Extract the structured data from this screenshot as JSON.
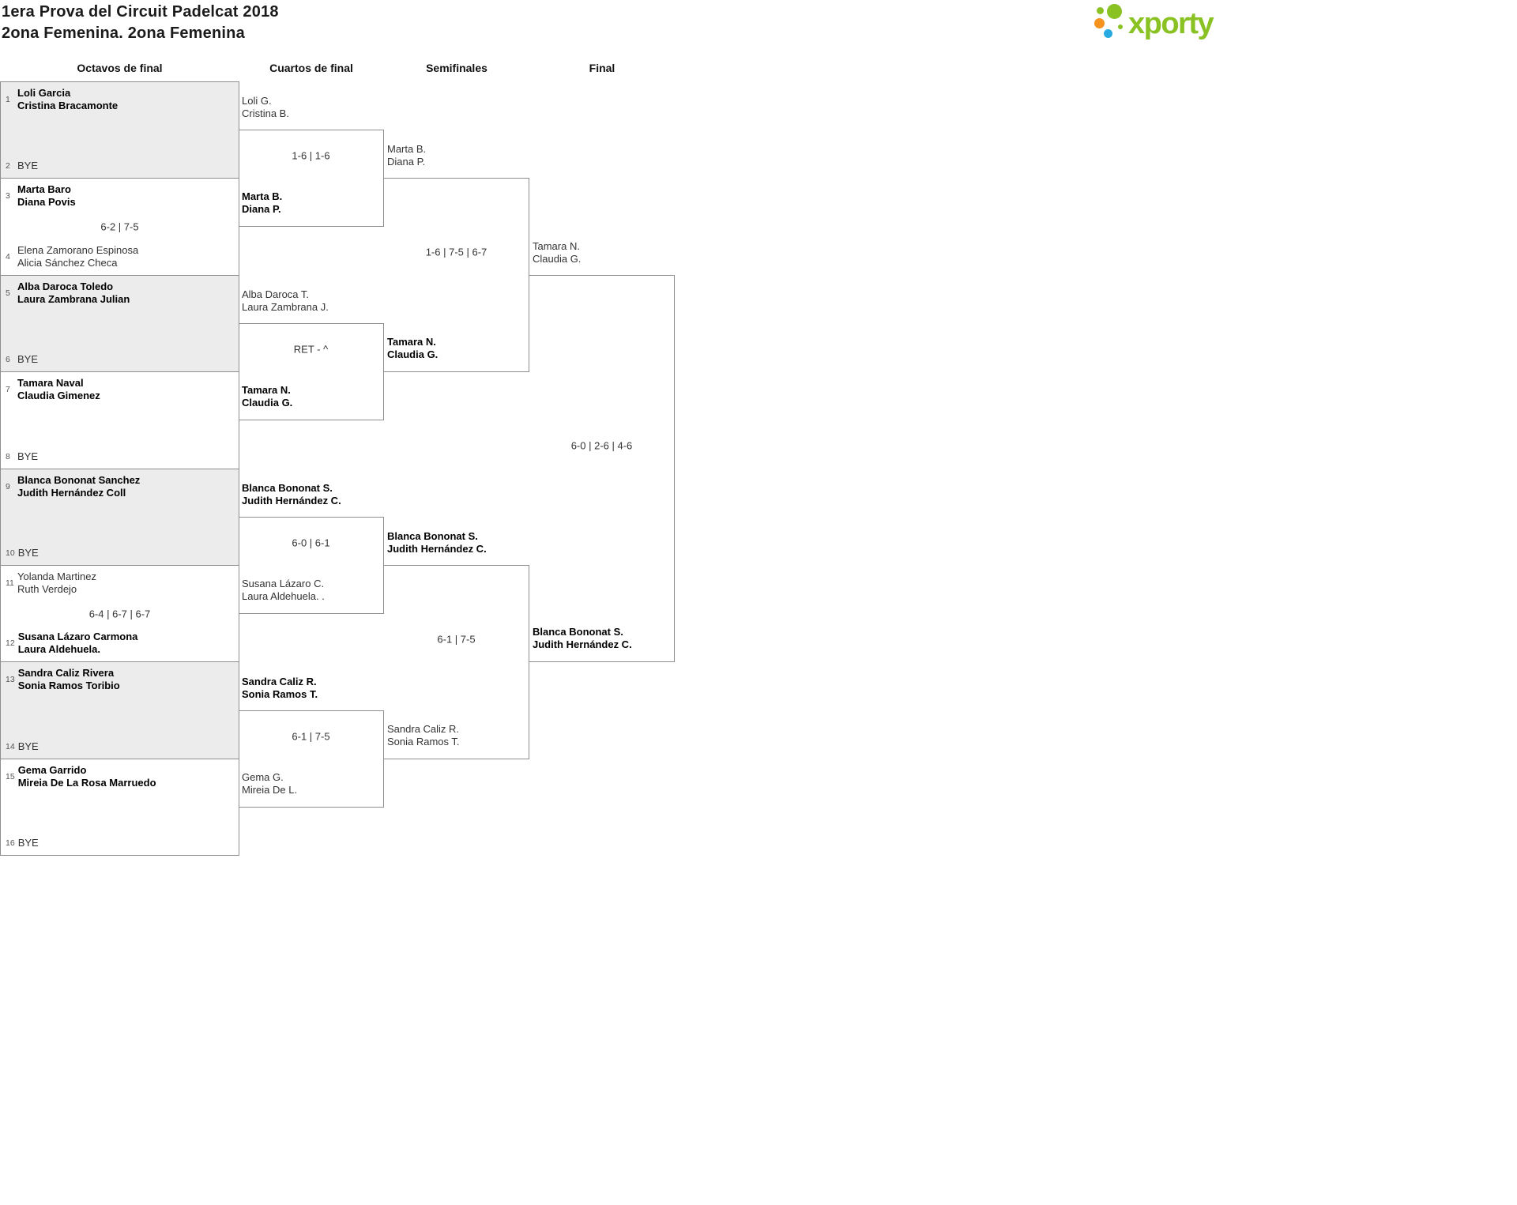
{
  "header": {
    "title_line1": "1era Prova del Circuit Padelcat 2018",
    "title_line2": "2ona Femenina. 2ona Femenina",
    "logo_text": "xporty"
  },
  "colors": {
    "logo_green": "#8ac224",
    "logo_orange": "#f6921e",
    "logo_blue": "#27aae1",
    "shaded_row": "#ececec",
    "border": "#8e8e8e"
  },
  "rounds": [
    "Octavos de final",
    "Cuartos de final",
    "Semifinales",
    "Final"
  ],
  "octavos": [
    {
      "score": "",
      "top": {
        "seed": "1",
        "line1": "Loli Garcia",
        "line2": "Cristina Bracamonte",
        "winner": true
      },
      "bottom": {
        "seed": "2",
        "line1": "BYE",
        "winner": false
      }
    },
    {
      "score": "6-2 | 7-5",
      "top": {
        "seed": "3",
        "line1": "Marta Baro",
        "line2": "Diana Povis",
        "winner": true
      },
      "bottom": {
        "seed": "4",
        "line1": "Elena Zamorano Espinosa",
        "line2": "Alicia Sánchez Checa",
        "winner": false
      }
    },
    {
      "score": "",
      "top": {
        "seed": "5",
        "line1": "Alba Daroca Toledo",
        "line2": "Laura Zambrana Julian",
        "winner": true
      },
      "bottom": {
        "seed": "6",
        "line1": "BYE",
        "winner": false
      }
    },
    {
      "score": "",
      "top": {
        "seed": "7",
        "line1": "Tamara Naval",
        "line2": "Claudia Gimenez",
        "winner": true
      },
      "bottom": {
        "seed": "8",
        "line1": "BYE",
        "winner": false
      }
    },
    {
      "score": "",
      "top": {
        "seed": "9",
        "line1": "Blanca Bononat Sanchez",
        "line2": "Judith Hernández Coll",
        "winner": true
      },
      "bottom": {
        "seed": "10",
        "line1": "BYE",
        "winner": false
      }
    },
    {
      "score": "6-4 | 6-7 | 6-7",
      "top": {
        "seed": "11",
        "line1": "Yolanda Martinez",
        "line2": "Ruth Verdejo",
        "winner": false
      },
      "bottom": {
        "seed": "12",
        "line1": "Susana Lázaro Carmona",
        "line2": "Laura Aldehuela.",
        "winner": true
      }
    },
    {
      "score": "",
      "top": {
        "seed": "13",
        "line1": "Sandra Caliz Rivera",
        "line2": "Sonia Ramos Toribio",
        "winner": true
      },
      "bottom": {
        "seed": "14",
        "line1": "BYE",
        "winner": false
      }
    },
    {
      "score": "",
      "top": {
        "seed": "15",
        "line1": "Gema Garrido",
        "line2": "Mireia De La Rosa Marruedo",
        "winner": true
      },
      "bottom": {
        "seed": "16",
        "line1": "BYE",
        "winner": false
      }
    }
  ],
  "cuartos": [
    {
      "top": {
        "line1": "Loli G.",
        "line2": "Cristina B.",
        "winner": false
      },
      "score": "1-6 | 1-6",
      "bottom": {
        "line1": "Marta B.",
        "line2": "Diana P.",
        "winner": true
      }
    },
    {
      "top": {
        "line1": "Alba Daroca T.",
        "line2": "Laura Zambrana J.",
        "winner": false
      },
      "score": "RET - ^",
      "bottom": {
        "line1": "Tamara N.",
        "line2": "Claudia G.",
        "winner": true
      }
    },
    {
      "top": {
        "line1": "Blanca Bononat S.",
        "line2": "Judith Hernández C.",
        "winner": true
      },
      "score": "6-0 | 6-1",
      "bottom": {
        "line1": "Susana Lázaro C.",
        "line2": "Laura Aldehuela. .",
        "winner": false
      }
    },
    {
      "top": {
        "line1": "Sandra Caliz R.",
        "line2": "Sonia Ramos T.",
        "winner": true
      },
      "score": "6-1 | 7-5",
      "bottom": {
        "line1": "Gema G.",
        "line2": "Mireia De L.",
        "winner": false
      }
    }
  ],
  "semifinales": [
    {
      "top": {
        "line1": "Marta B.",
        "line2": "Diana P.",
        "winner": false
      },
      "score": "1-6 | 7-5 | 6-7",
      "bottom": {
        "line1": "Tamara N.",
        "line2": "Claudia G.",
        "winner": true
      }
    },
    {
      "top": {
        "line1": "Blanca Bononat S.",
        "line2": "Judith Hernández C.",
        "winner": true
      },
      "score": "6-1 | 7-5",
      "bottom": {
        "line1": "Sandra Caliz R.",
        "line2": "Sonia Ramos T.",
        "winner": false
      }
    }
  ],
  "final": {
    "top": {
      "line1": "Tamara N.",
      "line2": "Claudia G.",
      "winner": false
    },
    "score": "6-0 | 2-6 | 4-6",
    "bottom": {
      "line1": "Blanca Bononat S.",
      "line2": "Judith Hernández C.",
      "winner": true
    }
  }
}
